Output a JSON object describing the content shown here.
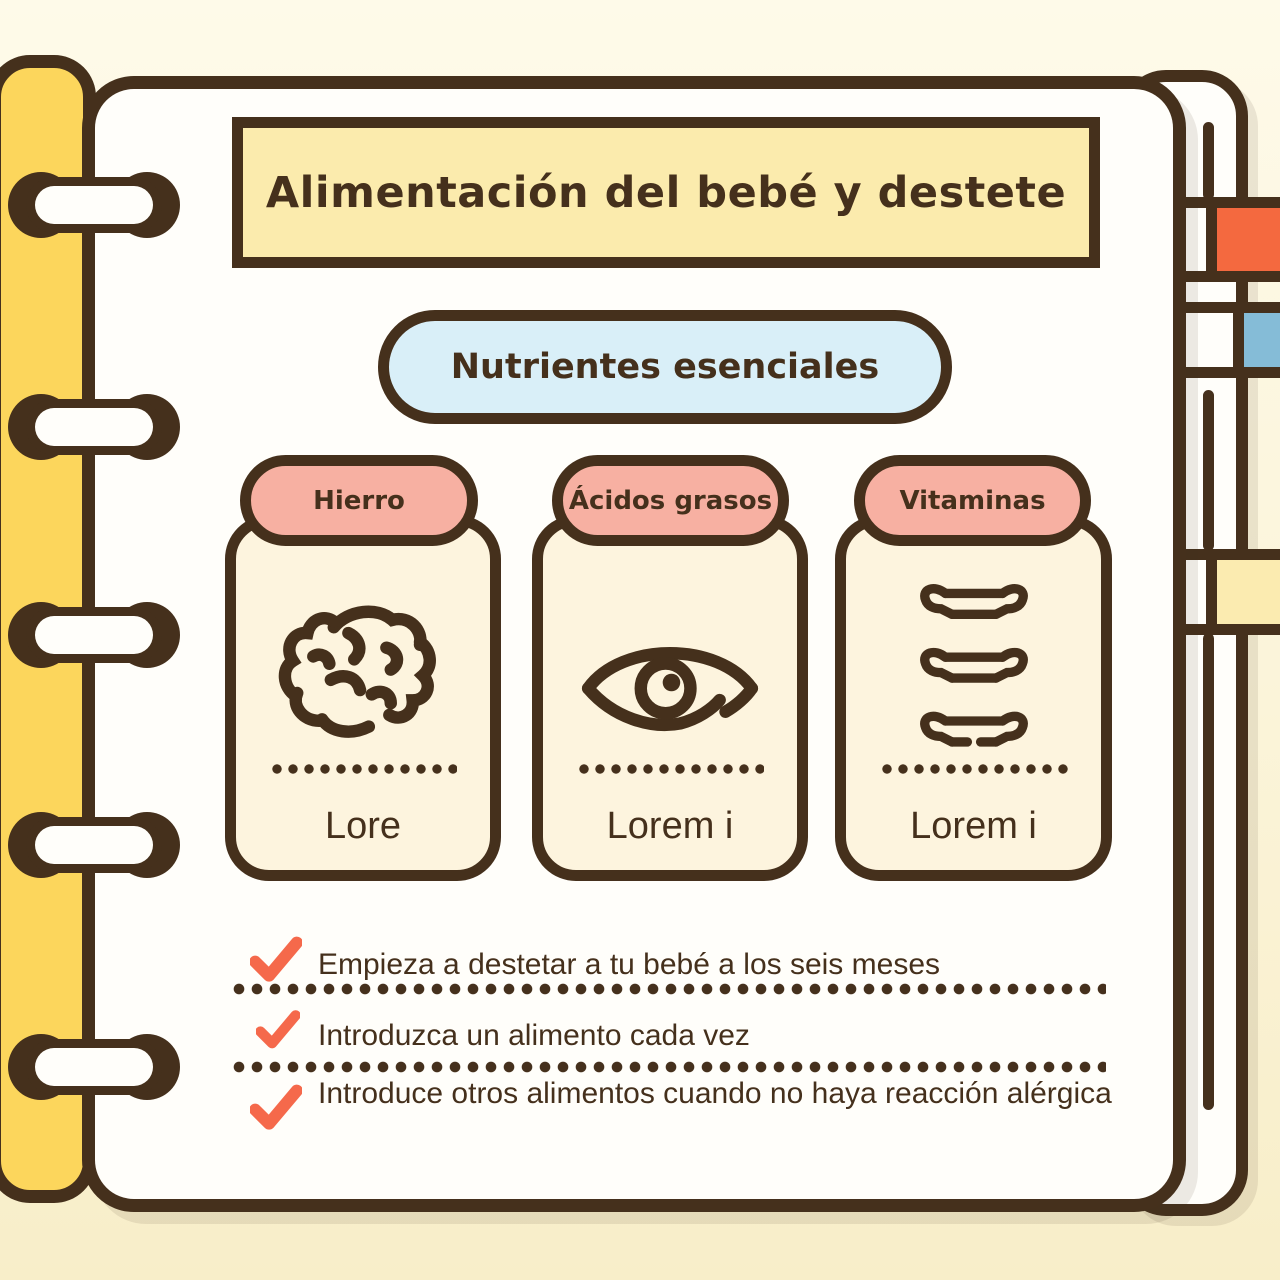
{
  "page": {
    "title": "Alimentación del bebé y destete",
    "subtitle": "Nutrientes esenciales"
  },
  "cards": [
    {
      "label": "Hierro",
      "icon": "brain-icon",
      "caption": "Lore"
    },
    {
      "label": "Ácidos grasos",
      "icon": "eye-icon",
      "caption": "Lorem i"
    },
    {
      "label": "Vitaminas",
      "icon": "spine-icon",
      "caption": "Lorem i"
    }
  ],
  "checklist": {
    "items": [
      {
        "text": "Empieza a destetar a tu bebé a los seis meses"
      },
      {
        "text": "Introduzca un alimento cada vez"
      },
      {
        "text": "Introduce otros alimentos cuando no haya reacción alérgica"
      }
    ]
  },
  "colors": {
    "outline_brown": "#45301C",
    "cover_yellow": "#FCD65C",
    "banner_yellow": "#FBEBAD",
    "subtitle_blue": "#D9EFF8",
    "card_header_pink": "#F7B0A2",
    "card_cream": "#FDF4DE",
    "check_orange": "#F5694B",
    "tab_orange": "#F4693F",
    "tab_blue": "#85BCD7",
    "tab_yellow": "#FBEBB0",
    "page_white": "#FFFEFA",
    "background_cream": "#F9EFCB"
  }
}
